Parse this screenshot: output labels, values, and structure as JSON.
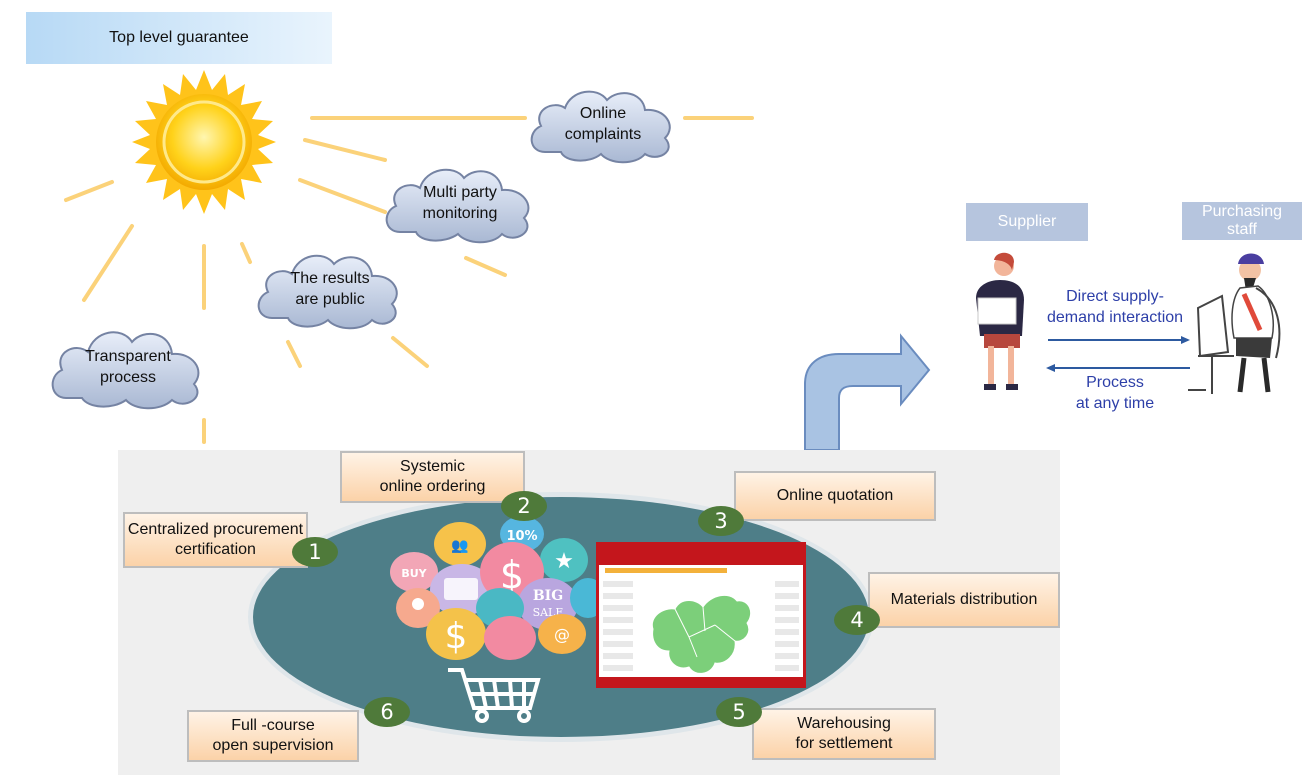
{
  "header": {
    "title": "Top level guarantee"
  },
  "clouds": [
    {
      "id": "online-complaints",
      "lines": [
        "Online",
        "complaints"
      ]
    },
    {
      "id": "multi-party-monitoring",
      "lines": [
        "Multi party",
        "monitoring"
      ]
    },
    {
      "id": "results-public",
      "lines": [
        "The results",
        "are public"
      ]
    },
    {
      "id": "transparent-process",
      "lines": [
        "Transparent",
        "process"
      ]
    }
  ],
  "roles": {
    "supplier": "Supplier",
    "purchasing_staff_line1": "Purchasing",
    "purchasing_staff_line2": "staff"
  },
  "interaction": {
    "direct_line1": "Direct supply-",
    "direct_line2": "demand interaction",
    "process_line1": "Process",
    "process_line2": "at any time"
  },
  "steps": [
    {
      "num": "1",
      "line1": "Centralized procurement",
      "line2": "certification"
    },
    {
      "num": "2",
      "line1": "Systemic",
      "line2": "online ordering"
    },
    {
      "num": "3",
      "line1": "Online quotation",
      "line2": ""
    },
    {
      "num": "4",
      "line1": "Materials distribution",
      "line2": ""
    },
    {
      "num": "5",
      "line1": "Warehousing",
      "line2": "for settlement"
    },
    {
      "num": "6",
      "line1": "Full -course",
      "line2": "open supervision"
    }
  ],
  "bubbles": {
    "buy": "BUY",
    "dollar": "$",
    "big_sale_line1": "BIG",
    "big_sale_line2": "SALE",
    "percent": "10%",
    "at": "@"
  },
  "colors": {
    "sun": "#ffd21a",
    "ray": "#fbd27a",
    "ellipse": "#4e7e88",
    "number_badge": "#4f7a3a",
    "role_tag": "#b6c5de",
    "flow_text": "#2d3fa8",
    "arrow": "#a9c3e3"
  }
}
